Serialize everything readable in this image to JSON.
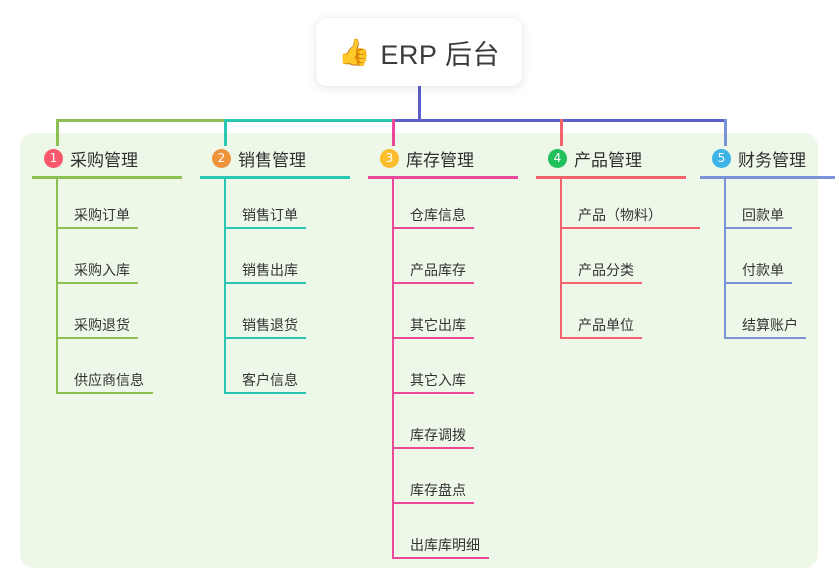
{
  "root": {
    "icon": "thumbs-up-icon",
    "icon_glyph": "👍",
    "title": "ERP 后台"
  },
  "panel": {
    "background_color": "#eef8e8"
  },
  "columns": [
    {
      "index": "1",
      "badge_color": "#f9576b",
      "line_color": "#8cc152",
      "title": "采购管理",
      "items": [
        "采购订单",
        "采购入库",
        "采购退货",
        "供应商信息"
      ]
    },
    {
      "index": "2",
      "badge_color": "#f0943c",
      "line_color": "#2bc5b4",
      "title": "销售管理",
      "items": [
        "销售订单",
        "销售出库",
        "销售退货",
        "客户信息"
      ]
    },
    {
      "index": "3",
      "badge_color": "#fcbe2d",
      "line_color": "#ec4899",
      "title": "库存管理",
      "items": [
        "仓库信息",
        "产品库存",
        "其它出库",
        "其它入库",
        "库存调拨",
        "库存盘点",
        "出库库明细"
      ]
    },
    {
      "index": "4",
      "badge_color": "#21c05a",
      "line_color": "#f4626c",
      "title": "产品管理",
      "items": [
        "产品（物料）",
        "产品分类",
        "产品单位"
      ]
    },
    {
      "index": "5",
      "badge_color": "#3cb4e8",
      "line_color": "#7a93d8",
      "title": "财务管理",
      "items": [
        "回款单",
        "付款单",
        "结算账户"
      ]
    }
  ],
  "connectors": {
    "trunk_color": "#5b5fc7",
    "bus_segments": [
      {
        "color": "#8cc152"
      },
      {
        "color": "#2bc5b4"
      },
      {
        "color": "#5b5fc7"
      },
      {
        "color": "#5b5fc7"
      }
    ]
  }
}
